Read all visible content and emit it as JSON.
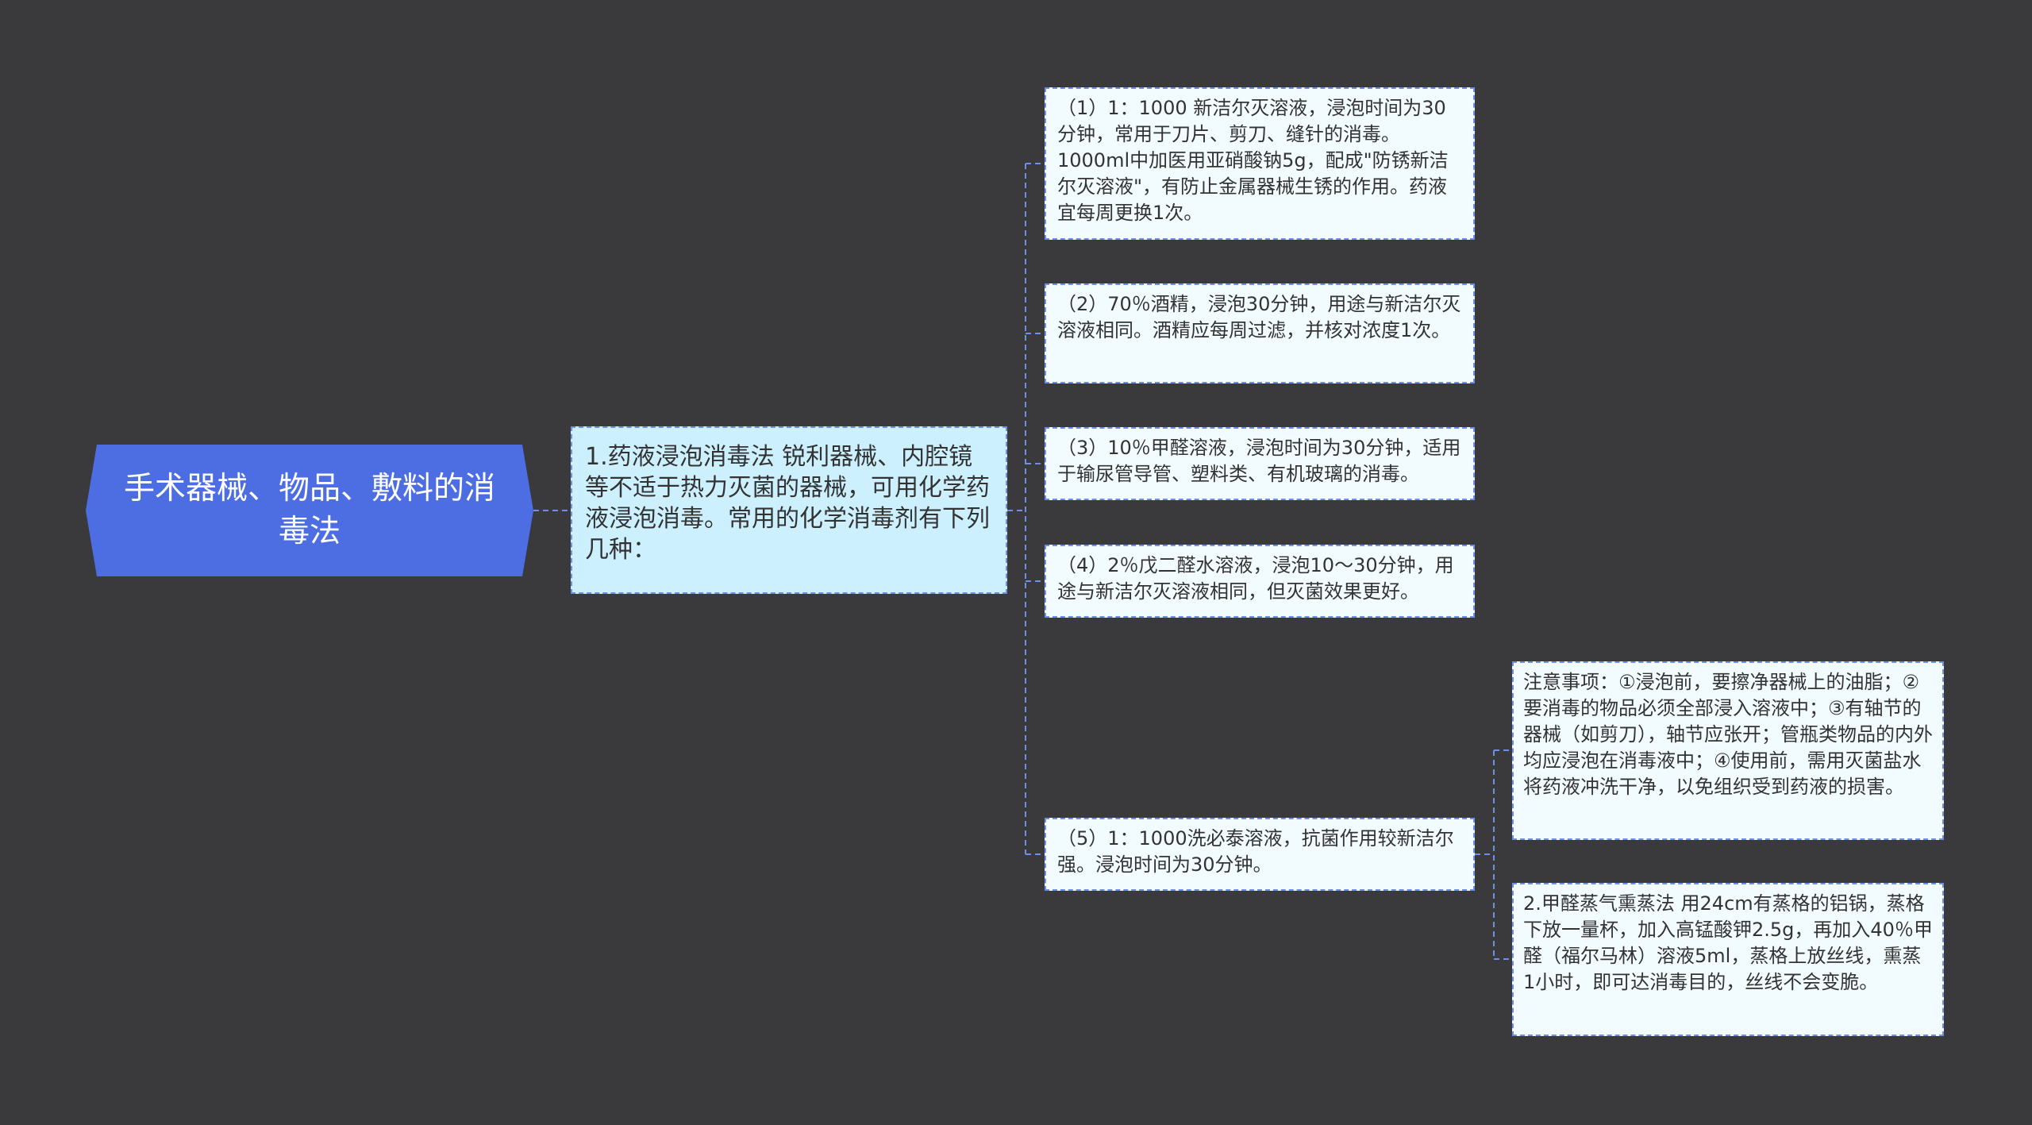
{
  "root": {
    "label": "手术器械、物品、敷料的消毒法"
  },
  "branch1": {
    "label": "1.药液浸泡消毒法 锐利器械、内腔镜等不适于热力灭菌的器械，可用化学药液浸泡消毒。常用的化学消毒剂有下列几种："
  },
  "methods": [
    {
      "label": "（1）1：1000 新洁尔灭溶液，浸泡时间为30分钟，常用于刀片、剪刀、缝针的消毒。1000ml中加医用亚硝酸钠5g，配成\"防锈新洁尔灭溶液\"，有防止金属器械生锈的作用。药液宜每周更换1次。"
    },
    {
      "label": "（2）70％酒精，浸泡30分钟，用途与新洁尔灭溶液相同。酒精应每周过滤，并核对浓度1次。"
    },
    {
      "label": "（3）10％甲醛溶液，浸泡时间为30分钟，适用于输尿管导管、塑料类、有机玻璃的消毒。"
    },
    {
      "label": "（4）2％戊二醛水溶液，浸泡10～30分钟，用途与新洁尔灭溶液相同，但灭菌效果更好。"
    },
    {
      "label": "（5）1：1000洗必泰溶液，抗菌作用较新洁尔强。浸泡时间为30分钟。"
    }
  ],
  "method5_children": [
    {
      "label": "注意事项：①浸泡前，要擦净器械上的油脂；②要消毒的物品必须全部浸入溶液中；③有轴节的器械（如剪刀），轴节应张开；管瓶类物品的内外均应浸泡在消毒液中；④使用前，需用灭菌盐水将药液冲洗干净，以免组织受到药液的损害。"
    },
    {
      "label": "2.甲醛蒸气熏蒸法 用24cm有蒸格的铝锅，蒸格下放一量杯，加入高锰酸钾2.5g，再加入40％甲醛（福尔马林）溶液5ml，蒸格上放丝线，熏蒸1小时，即可达消毒目的，丝线不会变脆。"
    }
  ],
  "colors": {
    "background": "#3a393b",
    "root_fill": "#4d6ee3",
    "branch_fill": "#cdf0ff",
    "leaf_fill": "#f2fcff",
    "connector": "#6f8ee6"
  }
}
